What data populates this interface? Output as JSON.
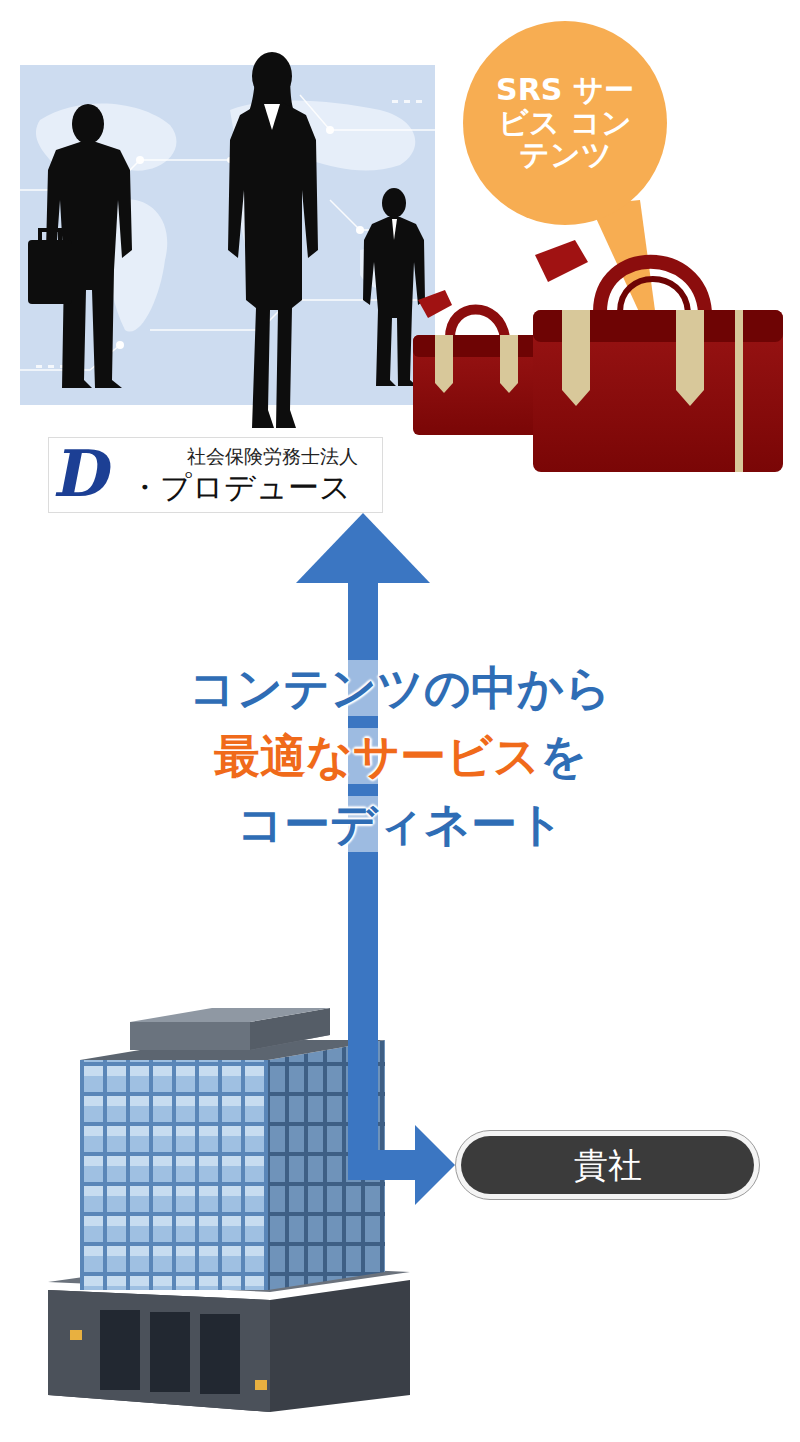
{
  "diagram": {
    "nodes": [
      {
        "text": [
          "SRS サービス コンテンツ"
        ]
      },
      {
        "text": [
          "D",
          "社会保険労務士法人",
          "・プロデュース"
        ]
      },
      {
        "text": [
          "貴社"
        ]
      }
    ],
    "edges": [
      {
        "from": 1,
        "to": 2,
        "arrow": "both"
      }
    ],
    "labels": [
      "コンテンツの中から",
      "最適なサービス",
      "を",
      "コーディネート"
    ]
  }
}
